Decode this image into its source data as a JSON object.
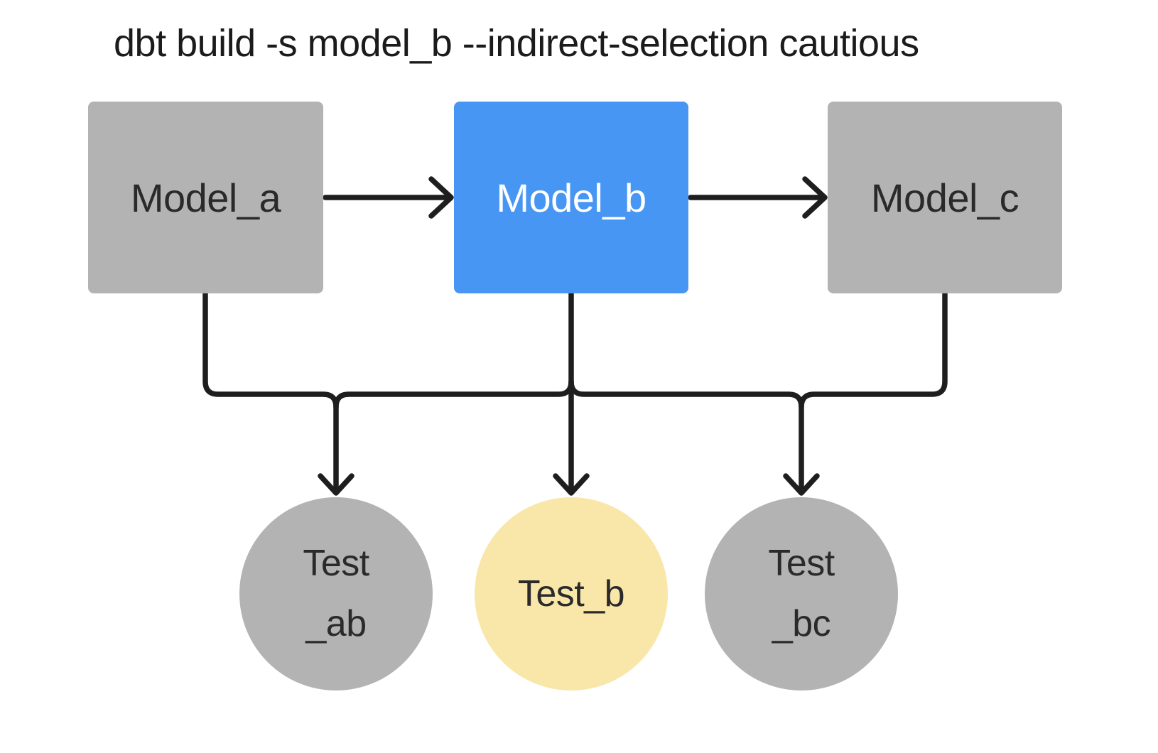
{
  "diagram": {
    "title": "dbt build -s model_b --indirect-selection cautious",
    "colors": {
      "background": "#ffffff",
      "edge": "#1e1e1e",
      "title_text": "#1b1b1b",
      "selected_model_fill": "#4896f3",
      "selected_model_text": "#ffffff",
      "unselected_fill": "#b3b3b3",
      "unselected_text": "#2a2a2a",
      "indirect_test_fill": "#f9e7a9",
      "indirect_test_text": "#2a2a2a"
    },
    "models": [
      {
        "id": "model_a",
        "label": "Model_a",
        "fill": "#b3b3b3",
        "text_color": "#2a2a2a"
      },
      {
        "id": "model_b",
        "label": "Model_b",
        "fill": "#4896f3",
        "text_color": "#ffffff"
      },
      {
        "id": "model_c",
        "label": "Model_c",
        "fill": "#b3b3b3",
        "text_color": "#2a2a2a"
      }
    ],
    "tests": [
      {
        "id": "test_ab",
        "lines": [
          "Test",
          "_ab"
        ],
        "fill": "#b3b3b3",
        "text_color": "#2a2a2a"
      },
      {
        "id": "test_b",
        "lines": [
          "Test_b"
        ],
        "fill": "#f9e7a9",
        "text_color": "#2a2a2a"
      },
      {
        "id": "test_bc",
        "lines": [
          "Test",
          "_bc"
        ],
        "fill": "#b3b3b3",
        "text_color": "#2a2a2a"
      }
    ],
    "edges": [
      {
        "from": "model_a",
        "to": "model_b"
      },
      {
        "from": "model_b",
        "to": "model_c"
      },
      {
        "from": "model_a",
        "to": "test_ab"
      },
      {
        "from": "model_b",
        "to": "test_ab"
      },
      {
        "from": "model_b",
        "to": "test_b"
      },
      {
        "from": "model_b",
        "to": "test_bc"
      },
      {
        "from": "model_c",
        "to": "test_bc"
      }
    ]
  }
}
